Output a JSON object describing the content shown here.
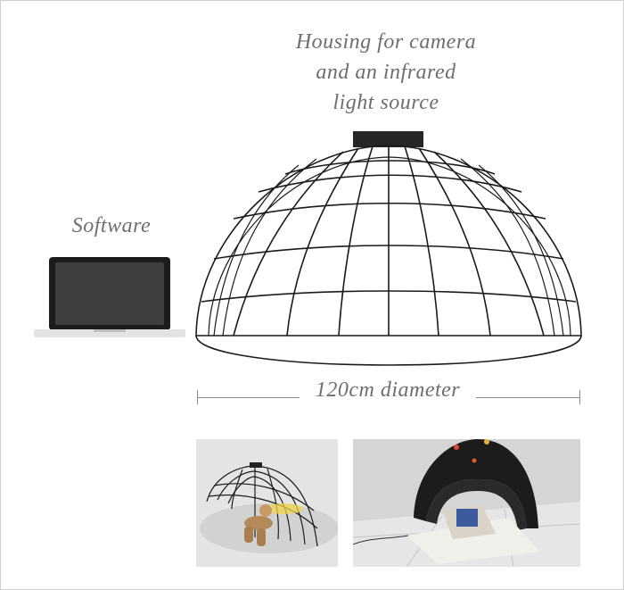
{
  "labels": {
    "housing_line1": "Housing for camera",
    "housing_line2": "and an infrared",
    "housing_line3": "light source",
    "software": "Software",
    "diameter": "120cm diameter"
  },
  "colors": {
    "text": "#6e6e6e",
    "wire": "#1a1a1a",
    "laptop_frame": "#1c1c1c",
    "laptop_screen": "#3a3a3a",
    "laptop_base": "#e6e6e6",
    "dimension_line": "#8a8a8a"
  },
  "icons": {
    "laptop": "laptop-icon",
    "dome": "wire-dome-icon",
    "camera_housing": "camera-housing-icon"
  }
}
